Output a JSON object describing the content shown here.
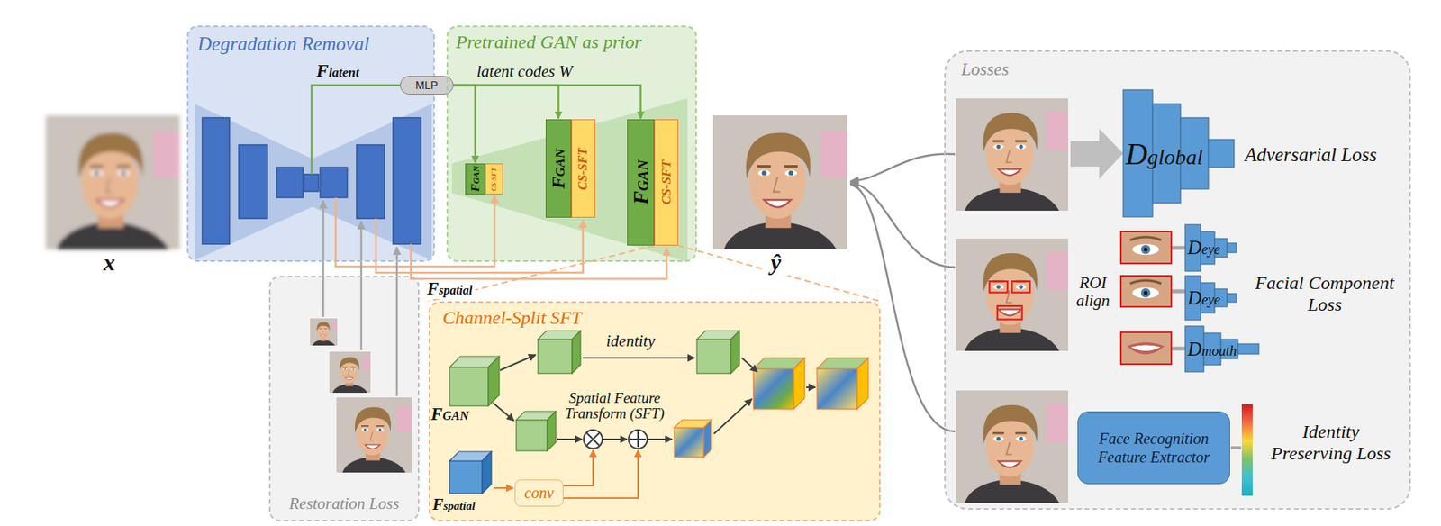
{
  "diagram": {
    "nodes": [
      {
        "text": [
          "Degradation Removal"
        ]
      },
      {
        "text": [
          "MLP"
        ]
      },
      {
        "text": [
          "Pretrained GAN as prior"
        ]
      },
      {
        "text": [
          "FGAN"
        ],
        "in": 2
      },
      {
        "text": [
          "CS-SFT"
        ],
        "in": 2
      },
      {
        "text": [
          "FGAN"
        ],
        "in": 2
      },
      {
        "text": [
          "CS-SFT"
        ],
        "in": 2
      },
      {
        "text": [
          "FGAN"
        ],
        "in": 2
      },
      {
        "text": [
          "CS-SFT"
        ],
        "in": 2
      },
      {
        "text": [
          "Losses"
        ]
      },
      {
        "text": [
          "Dglobal"
        ],
        "in": 9
      },
      {
        "text": [
          "Deye"
        ],
        "in": 9
      },
      {
        "text": [
          "Deye"
        ],
        "in": 9
      },
      {
        "text": [
          "Dmouth"
        ],
        "in": 9
      },
      {
        "text": [
          "Face Recognition Feature Extractor"
        ],
        "in": 9
      },
      {
        "text": [
          "Restoration Loss"
        ]
      },
      {
        "text": [
          "Channel-Split SFT"
        ]
      },
      {
        "text": [
          "conv"
        ],
        "in": 16
      }
    ],
    "edges": [
      {
        "from": 1,
        "to": 3,
        "arrow": "to"
      },
      {
        "from": 1,
        "to": 5,
        "arrow": "to"
      },
      {
        "from": 1,
        "to": 7,
        "arrow": "to"
      }
    ],
    "labels": [
      "x",
      "ŷ",
      "Flatent",
      "latent codes W",
      "Fspatial",
      "FGAN",
      "Fspatial",
      "identity",
      "Spatial Feature Transform (SFT)",
      "Adversarial Loss",
      "ROI align",
      "Facial Component Loss",
      "Identity Preserving Loss"
    ]
  }
}
